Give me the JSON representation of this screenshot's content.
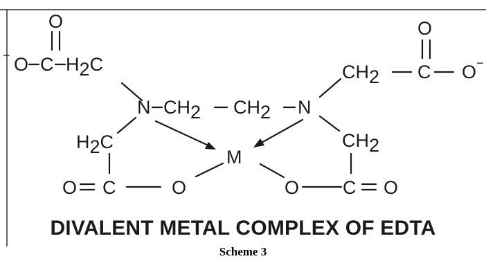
{
  "atoms": {
    "O": "O",
    "C": "C",
    "N": "N",
    "M": "M",
    "CH": "CH",
    "H": "H",
    "sub2": "2",
    "minus": "−",
    "dash": "–"
  },
  "caption": {
    "title": "DIVALENT METAL COMPLEX OF EDTA",
    "scheme": "Scheme 3"
  }
}
